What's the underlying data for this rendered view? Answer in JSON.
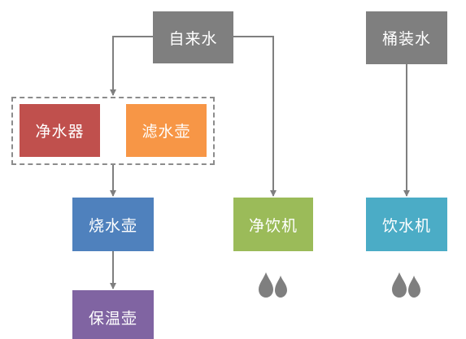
{
  "nodes": {
    "tap_water": {
      "label": "自来水",
      "color": "#7f7f7f"
    },
    "bottled_water": {
      "label": "桶装水",
      "color": "#7f7f7f"
    },
    "water_purifier": {
      "label": "净水器",
      "color": "#c0504d"
    },
    "filter_kettle": {
      "label": "滤水壶",
      "color": "#f79646"
    },
    "electric_kettle": {
      "label": "烧水壶",
      "color": "#4f81bd"
    },
    "thermos": {
      "label": "保温壶",
      "color": "#8064a2"
    },
    "purified_dispenser": {
      "label": "净饮机",
      "color": "#9bbb59"
    },
    "water_dispenser": {
      "label": "饮水机",
      "color": "#4bacc6"
    }
  },
  "colors": {
    "connector": "#7f7f7f",
    "drop": "#7f7f7f",
    "dashed_group": "#8c8c8c"
  },
  "icons": [
    "water-drops-icon",
    "water-drops-icon"
  ]
}
